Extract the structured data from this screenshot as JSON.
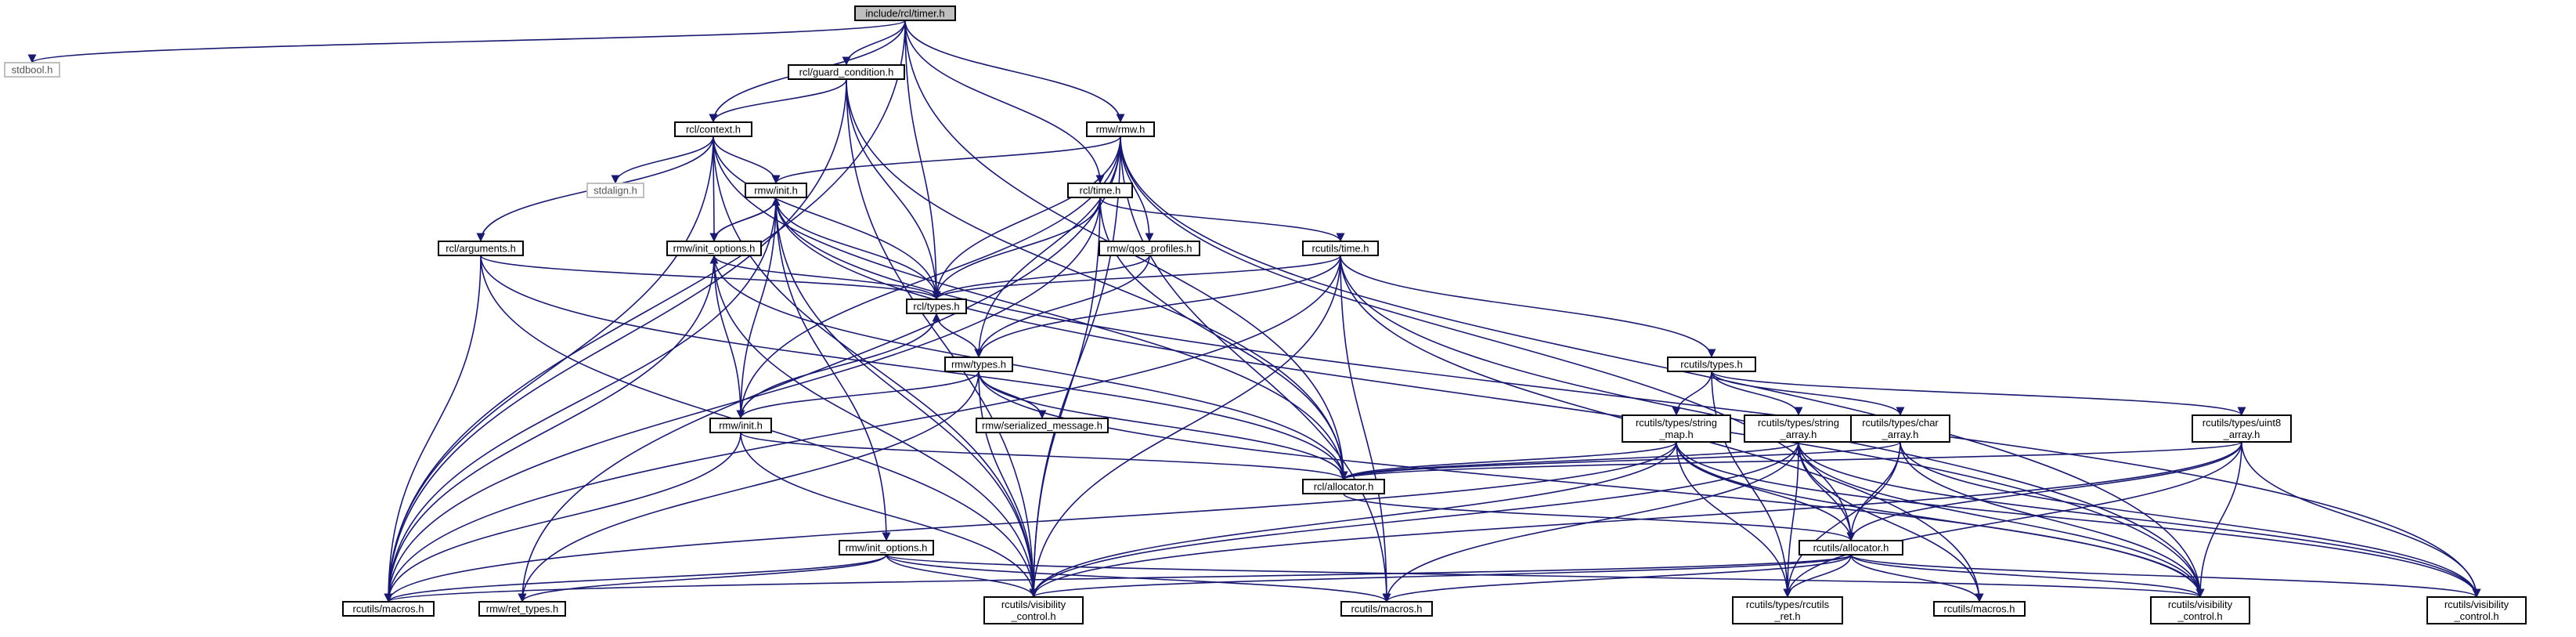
{
  "graph": {
    "title": "include/rcl/timer.h",
    "nodes": [
      {
        "id": "n_timer",
        "lines": [
          "include/rcl/timer.h"
        ],
        "root": true
      },
      {
        "id": "n_stdbool",
        "lines": [
          "stdbool.h"
        ],
        "ext": true
      },
      {
        "id": "n_guard",
        "lines": [
          "rcl/guard_condition.h"
        ]
      },
      {
        "id": "n_context",
        "lines": [
          "rcl/context.h"
        ]
      },
      {
        "id": "n_rmw_rmw",
        "lines": [
          "rmw/rmw.h"
        ]
      },
      {
        "id": "n_stdalign",
        "lines": [
          "stdalign.h"
        ],
        "ext": true
      },
      {
        "id": "n_rmw_init_top",
        "lines": [
          "rmw/init.h"
        ]
      },
      {
        "id": "n_rcl_time",
        "lines": [
          "rcl/time.h"
        ]
      },
      {
        "id": "n_rmw_init_opts_top",
        "lines": [
          "rmw/init_options.h"
        ]
      },
      {
        "id": "n_rmw_qos",
        "lines": [
          "rmw/qos_profiles.h"
        ]
      },
      {
        "id": "n_rcl_args",
        "lines": [
          "rcl/arguments.h"
        ]
      },
      {
        "id": "n_rcutils_time",
        "lines": [
          "rcutils/time.h"
        ]
      },
      {
        "id": "n_rcl_types",
        "lines": [
          "rcl/types.h"
        ]
      },
      {
        "id": "n_rmw_types",
        "lines": [
          "rmw/types.h"
        ]
      },
      {
        "id": "n_rcutils_types",
        "lines": [
          "rcutils/types.h"
        ]
      },
      {
        "id": "n_rmw_init_mid",
        "lines": [
          "rmw/init.h"
        ]
      },
      {
        "id": "n_serialized",
        "lines": [
          "rmw/serialized_message.h"
        ]
      },
      {
        "id": "n_string_map",
        "lines": [
          "rcutils/types/string",
          "_map.h"
        ]
      },
      {
        "id": "n_string_array",
        "lines": [
          "rcutils/types/string",
          "_array.h"
        ]
      },
      {
        "id": "n_char_array",
        "lines": [
          "rcutils/types/char",
          "_array.h"
        ]
      },
      {
        "id": "n_uint8_array",
        "lines": [
          "rcutils/types/uint8",
          "_array.h"
        ]
      },
      {
        "id": "n_rcl_alloc",
        "lines": [
          "rcl/allocator.h"
        ]
      },
      {
        "id": "n_rmw_init_opts_low",
        "lines": [
          "rmw/init_options.h"
        ]
      },
      {
        "id": "n_rcutils_alloc",
        "lines": [
          "rcutils/allocator.h"
        ]
      },
      {
        "id": "n_macros_a",
        "lines": [
          "rcutils/macros.h"
        ]
      },
      {
        "id": "n_ret_types",
        "lines": [
          "rmw/ret_types.h"
        ]
      },
      {
        "id": "n_vis_a",
        "lines": [
          "rcutils/visibility",
          "_control.h"
        ]
      },
      {
        "id": "n_macros_b",
        "lines": [
          "rcutils/macros.h"
        ]
      },
      {
        "id": "n_rcutils_ret",
        "lines": [
          "rcutils/types/rcutils",
          "_ret.h"
        ]
      },
      {
        "id": "n_macros_c",
        "lines": [
          "rcutils/macros.h"
        ]
      },
      {
        "id": "n_vis_b",
        "lines": [
          "rcutils/visibility",
          "_control.h"
        ]
      },
      {
        "id": "n_vis_c",
        "lines": [
          "rcutils/visibility",
          "_control.h"
        ]
      }
    ],
    "edges": [
      [
        "n_timer",
        "n_stdbool"
      ],
      [
        "n_timer",
        "n_guard"
      ],
      [
        "n_timer",
        "n_context"
      ],
      [
        "n_timer",
        "n_rmw_rmw"
      ],
      [
        "n_timer",
        "n_rcl_time"
      ],
      [
        "n_timer",
        "n_rcl_types"
      ],
      [
        "n_timer",
        "n_rcl_alloc"
      ],
      [
        "n_timer",
        "n_macros_a"
      ],
      [
        "n_guard",
        "n_context"
      ],
      [
        "n_guard",
        "n_rcl_types"
      ],
      [
        "n_guard",
        "n_rcl_alloc"
      ],
      [
        "n_guard",
        "n_macros_a"
      ],
      [
        "n_guard",
        "n_vis_a"
      ],
      [
        "n_context",
        "n_stdalign"
      ],
      [
        "n_context",
        "n_rmw_init_top"
      ],
      [
        "n_context",
        "n_rmw_init_opts_top"
      ],
      [
        "n_context",
        "n_rcl_args"
      ],
      [
        "n_context",
        "n_rcl_types"
      ],
      [
        "n_context",
        "n_rcl_alloc"
      ],
      [
        "n_context",
        "n_macros_a"
      ],
      [
        "n_context",
        "n_vis_a"
      ],
      [
        "n_rmw_rmw",
        "n_rmw_init_top"
      ],
      [
        "n_rmw_rmw",
        "n_rmw_qos"
      ],
      [
        "n_rmw_rmw",
        "n_rmw_types"
      ],
      [
        "n_rmw_rmw",
        "n_rmw_init_mid"
      ],
      [
        "n_rmw_rmw",
        "n_rcl_types"
      ],
      [
        "n_rmw_rmw",
        "n_rcutils_alloc"
      ],
      [
        "n_rmw_rmw",
        "n_macros_b"
      ],
      [
        "n_rmw_rmw",
        "n_vis_a"
      ],
      [
        "n_rmw_rmw",
        "n_vis_b"
      ],
      [
        "n_rmw_rmw",
        "n_ret_types"
      ],
      [
        "n_rmw_init_top",
        "n_rmw_init_opts_top"
      ],
      [
        "n_rmw_init_top",
        "n_rmw_init_opts_low"
      ],
      [
        "n_rmw_init_top",
        "n_macros_a"
      ],
      [
        "n_rmw_init_top",
        "n_vis_a"
      ],
      [
        "n_rmw_init_top",
        "n_vis_b"
      ],
      [
        "n_rmw_init_top",
        "n_vis_c"
      ],
      [
        "n_rmw_init_top",
        "n_rcl_types"
      ],
      [
        "n_rcl_time",
        "n_rcutils_time"
      ],
      [
        "n_rcl_time",
        "n_rcl_types"
      ],
      [
        "n_rcl_time",
        "n_rcl_alloc"
      ],
      [
        "n_rcl_time",
        "n_macros_a"
      ],
      [
        "n_rcl_time",
        "n_vis_a"
      ],
      [
        "n_rmw_init_opts_top",
        "n_rmw_init_top"
      ],
      [
        "n_rmw_init_opts_top",
        "n_rcl_types"
      ],
      [
        "n_rmw_init_opts_top",
        "n_rcl_alloc"
      ],
      [
        "n_rmw_init_opts_top",
        "n_macros_a"
      ],
      [
        "n_rmw_init_opts_top",
        "n_vis_a"
      ],
      [
        "n_rmw_qos",
        "n_rmw_types"
      ],
      [
        "n_rmw_qos",
        "n_rcl_types"
      ],
      [
        "n_rcl_args",
        "n_rcl_types"
      ],
      [
        "n_rcl_args",
        "n_rcl_alloc"
      ],
      [
        "n_rcl_args",
        "n_macros_a"
      ],
      [
        "n_rcl_args",
        "n_vis_a"
      ],
      [
        "n_rcutils_time",
        "n_rcl_types"
      ],
      [
        "n_rcutils_time",
        "n_rmw_types"
      ],
      [
        "n_rcutils_time",
        "n_rcutils_types"
      ],
      [
        "n_rcutils_time",
        "n_macros_a"
      ],
      [
        "n_rcutils_time",
        "n_vis_a"
      ],
      [
        "n_rcutils_time",
        "n_macros_b"
      ],
      [
        "n_rcutils_time",
        "n_vis_b"
      ],
      [
        "n_rcutils_time",
        "n_macros_c"
      ],
      [
        "n_rcl_types",
        "n_rmw_types"
      ],
      [
        "n_rmw_types",
        "n_rmw_init_mid"
      ],
      [
        "n_rmw_types",
        "n_serialized"
      ],
      [
        "n_rmw_types",
        "n_rcl_alloc"
      ],
      [
        "n_rmw_types",
        "n_vis_a"
      ],
      [
        "n_rmw_types",
        "n_ret_types"
      ],
      [
        "n_rmw_types",
        "n_vis_b"
      ],
      [
        "n_rmw_init_mid",
        "n_rmw_init_top"
      ],
      [
        "n_rmw_init_mid",
        "n_rmw_init_opts_top"
      ],
      [
        "n_rmw_init_mid",
        "n_rcl_types"
      ],
      [
        "n_rmw_init_mid",
        "n_rcl_alloc"
      ],
      [
        "n_rmw_init_mid",
        "n_macros_a"
      ],
      [
        "n_rmw_init_mid",
        "n_vis_a"
      ],
      [
        "n_rcutils_types",
        "n_string_map"
      ],
      [
        "n_rcutils_types",
        "n_string_array"
      ],
      [
        "n_rcutils_types",
        "n_char_array"
      ],
      [
        "n_rcutils_types",
        "n_uint8_array"
      ],
      [
        "n_rcutils_types",
        "n_rcutils_ret"
      ],
      [
        "n_string_map",
        "n_rcl_alloc"
      ],
      [
        "n_string_map",
        "n_rcutils_alloc"
      ],
      [
        "n_string_map",
        "n_macros_a"
      ],
      [
        "n_string_map",
        "n_vis_a"
      ],
      [
        "n_string_map",
        "n_rcutils_ret"
      ],
      [
        "n_string_map",
        "n_vis_b"
      ],
      [
        "n_string_map",
        "n_vis_c"
      ],
      [
        "n_string_array",
        "n_rcl_alloc"
      ],
      [
        "n_string_array",
        "n_rcutils_alloc"
      ],
      [
        "n_string_array",
        "n_macros_b"
      ],
      [
        "n_string_array",
        "n_rcutils_ret"
      ],
      [
        "n_string_array",
        "n_macros_c"
      ],
      [
        "n_string_array",
        "n_vis_a"
      ],
      [
        "n_string_array",
        "n_vis_b"
      ],
      [
        "n_string_array",
        "n_vis_c"
      ],
      [
        "n_char_array",
        "n_rcl_alloc"
      ],
      [
        "n_char_array",
        "n_rcutils_alloc"
      ],
      [
        "n_char_array",
        "n_rcutils_ret"
      ],
      [
        "n_char_array",
        "n_vis_b"
      ],
      [
        "n_char_array",
        "n_vis_c"
      ],
      [
        "n_uint8_array",
        "n_rcl_alloc"
      ],
      [
        "n_uint8_array",
        "n_rcutils_alloc"
      ],
      [
        "n_uint8_array",
        "n_rcutils_ret"
      ],
      [
        "n_uint8_array",
        "n_vis_b"
      ],
      [
        "n_uint8_array",
        "n_vis_c"
      ],
      [
        "n_uint8_array",
        "n_vis_a"
      ],
      [
        "n_rcl_alloc",
        "n_rcutils_alloc"
      ],
      [
        "n_rmw_init_opts_low",
        "n_ret_types"
      ],
      [
        "n_rmw_init_opts_low",
        "n_macros_a"
      ],
      [
        "n_rmw_init_opts_low",
        "n_vis_a"
      ],
      [
        "n_rmw_init_opts_low",
        "n_macros_b"
      ],
      [
        "n_rmw_init_opts_low",
        "n_vis_b"
      ],
      [
        "n_rcutils_alloc",
        "n_macros_a"
      ],
      [
        "n_rcutils_alloc",
        "n_vis_a"
      ],
      [
        "n_rcutils_alloc",
        "n_macros_b"
      ],
      [
        "n_rcutils_alloc",
        "n_rcutils_ret"
      ],
      [
        "n_rcutils_alloc",
        "n_macros_c"
      ],
      [
        "n_rcutils_alloc",
        "n_vis_b"
      ],
      [
        "n_rcutils_alloc",
        "n_vis_c"
      ]
    ]
  }
}
